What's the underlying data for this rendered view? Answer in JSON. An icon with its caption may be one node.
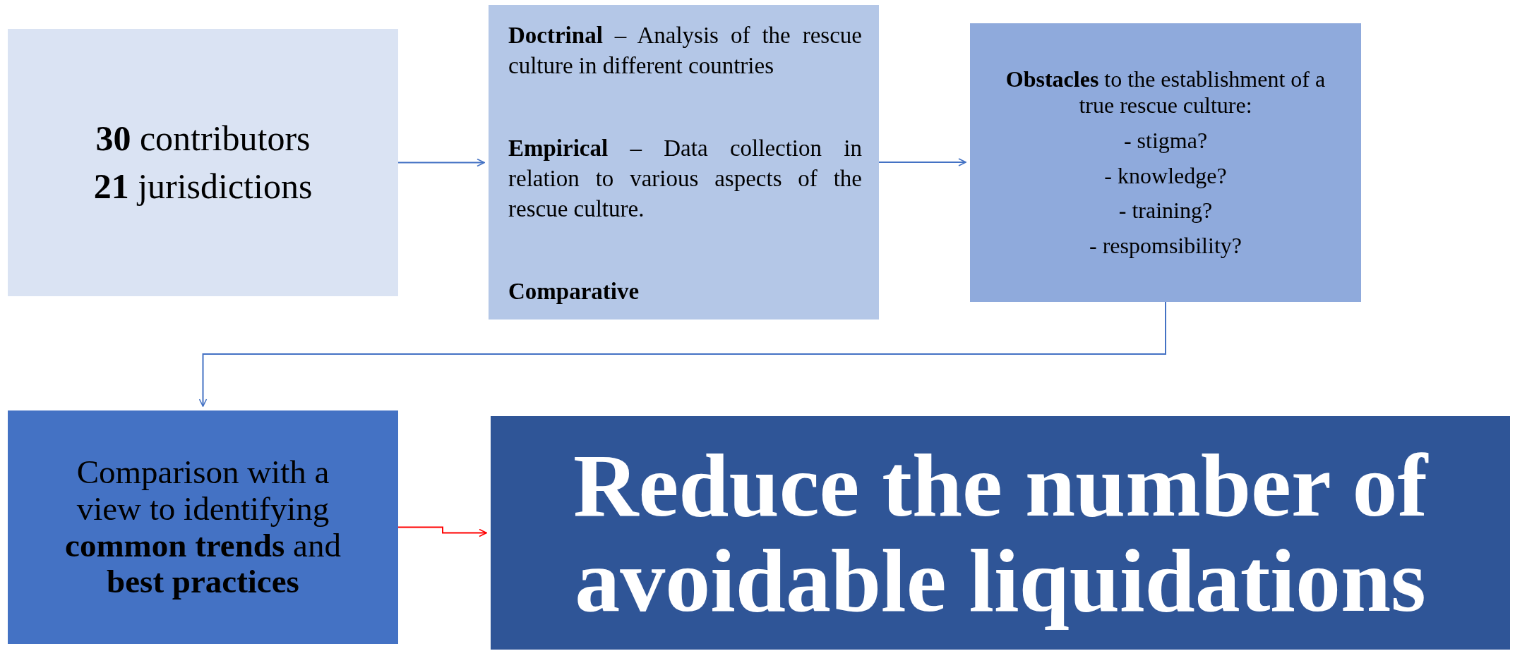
{
  "diagram": {
    "nodes": [
      {
        "text": [
          "**30** contributors",
          "**21** jurisdictions"
        ]
      },
      {
        "text": [
          "**Doctrinal** – Analysis of the rescue culture in different countries",
          "**Empirical** – Data collection in relation to various aspects of the rescue culture.",
          "**Comparative**"
        ]
      },
      {
        "text": [
          "**Obstacles** to the establishment of a true rescue culture:",
          "- stigma?",
          "- knowledge?",
          "- training?",
          "- respomsibility?"
        ]
      },
      {
        "text": [
          "Comparison with a view to identifying **common trends** and **best practices**"
        ]
      },
      {
        "text": [
          "Reduce the number of avoidable liquidations"
        ]
      }
    ],
    "edges": [
      {
        "from": 0,
        "to": 1,
        "arrow": "to"
      },
      {
        "from": 1,
        "to": 2,
        "arrow": "to"
      },
      {
        "from": 2,
        "to": 3,
        "arrow": "to"
      },
      {
        "from": 3,
        "to": 4,
        "arrow": "to",
        "color": "#ff0000"
      }
    ]
  }
}
